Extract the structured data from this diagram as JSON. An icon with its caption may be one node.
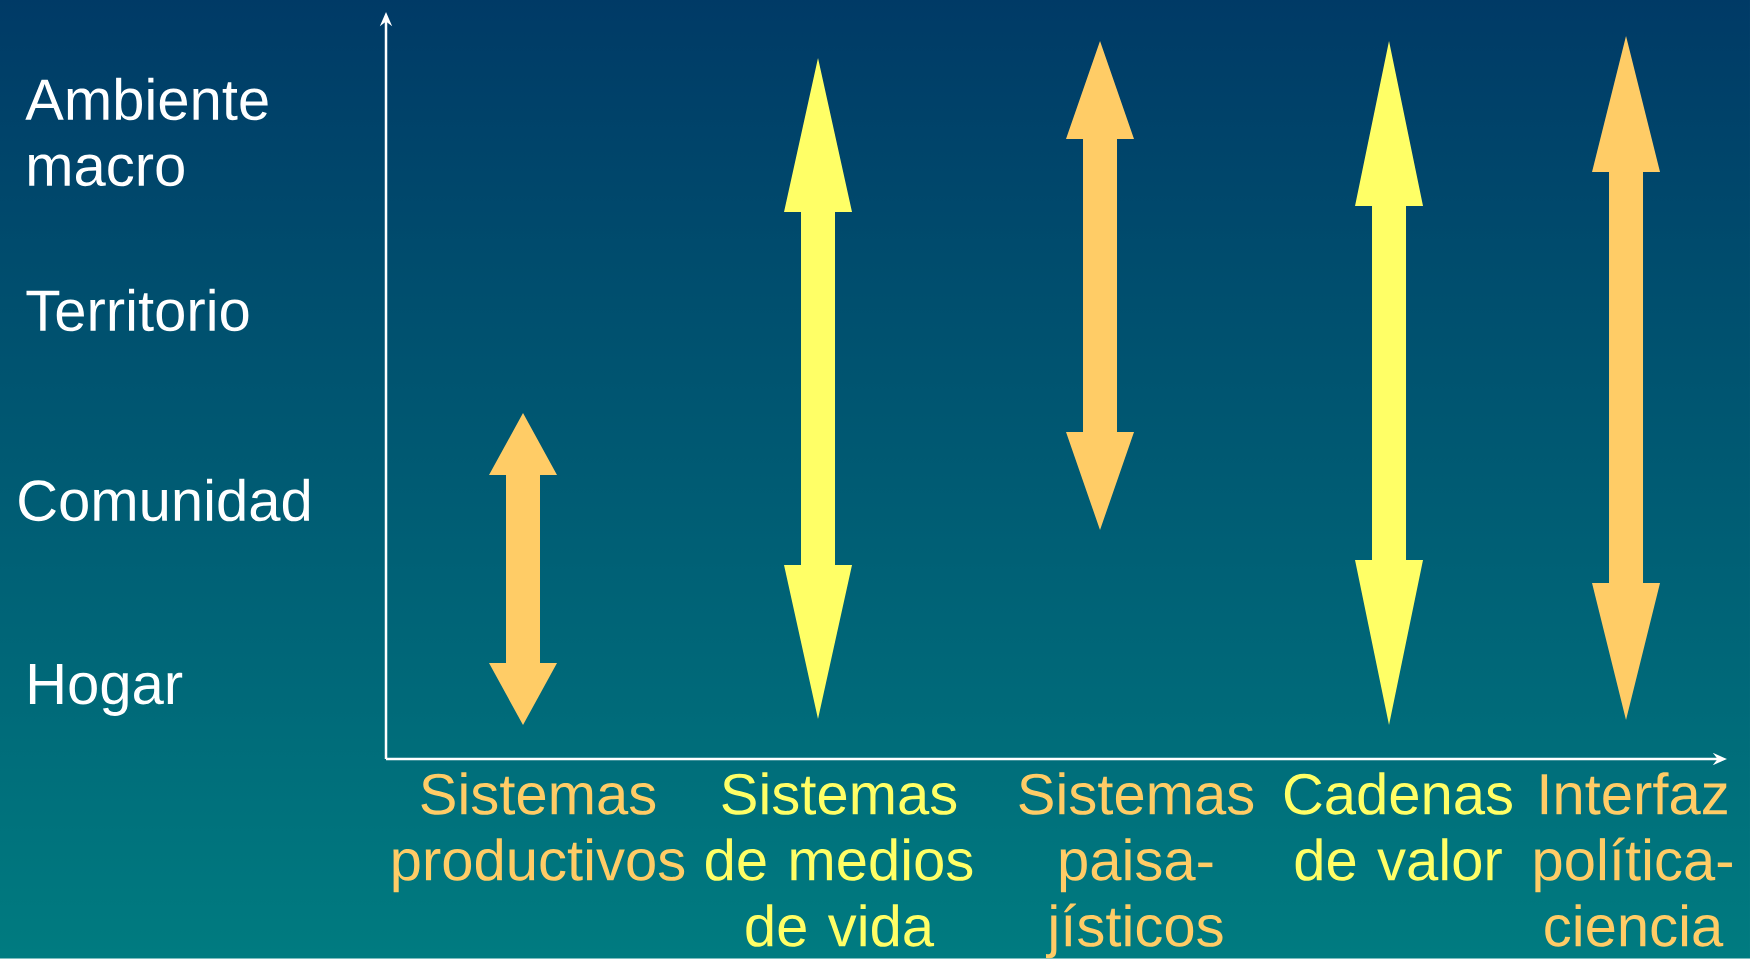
{
  "diagram": {
    "labels": [
      "Ambiente macro",
      "Territorio",
      "Comunidad",
      "Hogar",
      "Sistemas productivos",
      "Sistemas de medios de vida",
      "Sistemas paisa- jísticos",
      "Cadenas de valor",
      "Interfaz política- ciencia"
    ]
  }
}
